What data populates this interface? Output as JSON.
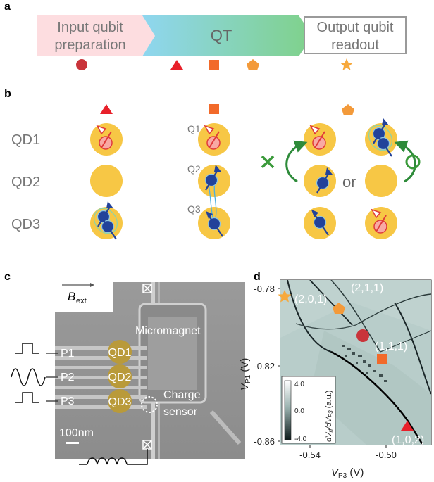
{
  "panels": {
    "a": {
      "letter": "a",
      "stage_input_line1": "Input qubit",
      "stage_input_line2": "preparation",
      "stage_qt": "QT",
      "stage_output_line1": "Output qubit",
      "stage_output_line2": "readout",
      "colors": {
        "input_fill": "#fddde0",
        "qt_start": "#8fd5ef",
        "qt_end": "#7cd08a",
        "output_border": "#9a9a9a"
      }
    },
    "b": {
      "letter": "b",
      "row_labels": [
        "QD1",
        "QD2",
        "QD3"
      ],
      "column2_labels": [
        "Q1",
        "Q2",
        "Q3"
      ],
      "or_text": "or",
      "colors": {
        "dot": "#f7c745",
        "red_spin": "#e03a3a",
        "blue_spin": "#22429a",
        "cross": "#3a9a3a"
      }
    },
    "c": {
      "letter": "c",
      "field_symbol": "B",
      "field_subscript": "ext",
      "gates": [
        "P1",
        "P2",
        "P3"
      ],
      "dots": [
        "QD1",
        "QD2",
        "QD3"
      ],
      "micromagnet": "Micromagnet",
      "charge_line1": "Charge",
      "charge_line2": "sensor",
      "scale_bar": "100nm"
    },
    "d": {
      "letter": "d",
      "ylabel_main": "V",
      "ylabel_sub": "P1",
      "ylabel_unit": " (V)",
      "xlabel_main": "V",
      "xlabel_sub": "P3",
      "xlabel_unit": " (V)",
      "y_ticks": [
        "-0.78",
        "-0.82",
        "-0.86"
      ],
      "x_ticks": [
        "-0.54",
        "-0.50"
      ],
      "charge_states": [
        "(2,0,1)",
        "(2,1,1)",
        "(1,1,1)",
        "(1,0,2)"
      ],
      "colorbar_ticks": [
        "4.0",
        "0.0",
        "-4.0"
      ],
      "colorbar_label": "dV",
      "colorbar_label_sub": "rf",
      "colorbar_label_mid": "/dV",
      "colorbar_label_sub2": "P3",
      "colorbar_label_unit": " (a.u.)"
    }
  },
  "markers": {
    "circle": "#c9343a",
    "triangle": "#e8202a",
    "square": "#f26a2a",
    "pentagon": "#f39a3a",
    "star": "#f7a93d"
  }
}
